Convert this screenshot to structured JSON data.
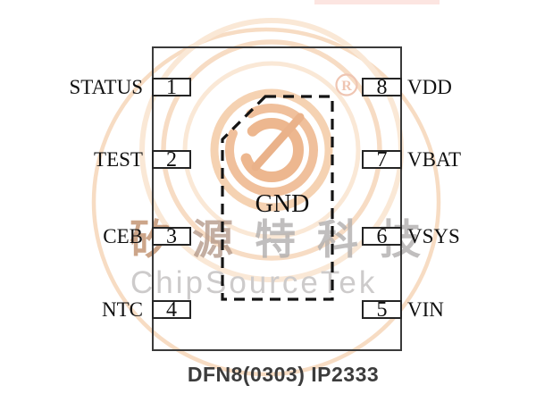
{
  "diagram": {
    "caption": "DFN8(0303) IP2333",
    "package": "DFN8",
    "part_number": "IP2333",
    "thermal_pad_label": "GND",
    "left_pins": [
      {
        "number": "1",
        "label": "STATUS"
      },
      {
        "number": "2",
        "label": "TEST"
      },
      {
        "number": "3",
        "label": "CEB"
      },
      {
        "number": "4",
        "label": "NTC"
      }
    ],
    "right_pins": [
      {
        "number": "8",
        "label": "VDD"
      },
      {
        "number": "7",
        "label": "VBAT"
      },
      {
        "number": "6",
        "label": "VSYS"
      },
      {
        "number": "5",
        "label": "VIN"
      }
    ],
    "colors": {
      "outline": "#3a3a3a",
      "dashed_pad": "#141414",
      "caption_text": "#3c3c3c"
    }
  },
  "watermark": {
    "brand_text": "ChipSourceTek",
    "chinese_text": "矽源特科技",
    "chinese_chars": [
      "矽",
      "源",
      "特",
      "科",
      "技"
    ],
    "registered_letter": "R",
    "colors": {
      "logo_orange": "#f0c09c",
      "logo_deep": "#edb78f",
      "ring_light": "#f6d8bd",
      "text_gray": "#b1aeae",
      "brand_gray": "#cdcbcb"
    }
  }
}
